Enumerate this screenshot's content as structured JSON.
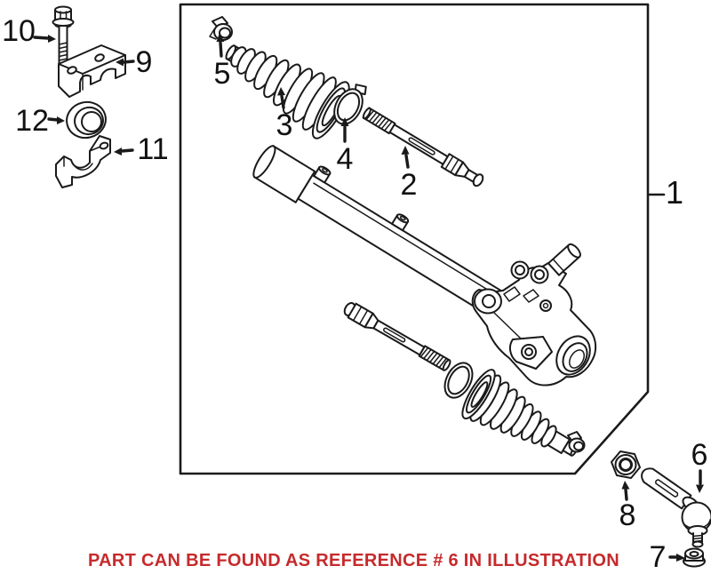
{
  "diagram": {
    "type": "exploded-parts-illustration",
    "colors": {
      "line": "#1a1a1a",
      "background": "#ffffff",
      "caption_red": "#c62a2c"
    },
    "callouts": [
      {
        "num": "10"
      },
      {
        "num": "9"
      },
      {
        "num": "12"
      },
      {
        "num": "11"
      },
      {
        "num": "5"
      },
      {
        "num": "3"
      },
      {
        "num": "4"
      },
      {
        "num": "2"
      },
      {
        "num": "1"
      },
      {
        "num": "8"
      },
      {
        "num": "6"
      },
      {
        "num": "7"
      }
    ],
    "caption": {
      "text": "PART CAN BE FOUND AS REFERENCE # 6 IN ILLUSTRATION",
      "color": "#c62a2c"
    }
  }
}
